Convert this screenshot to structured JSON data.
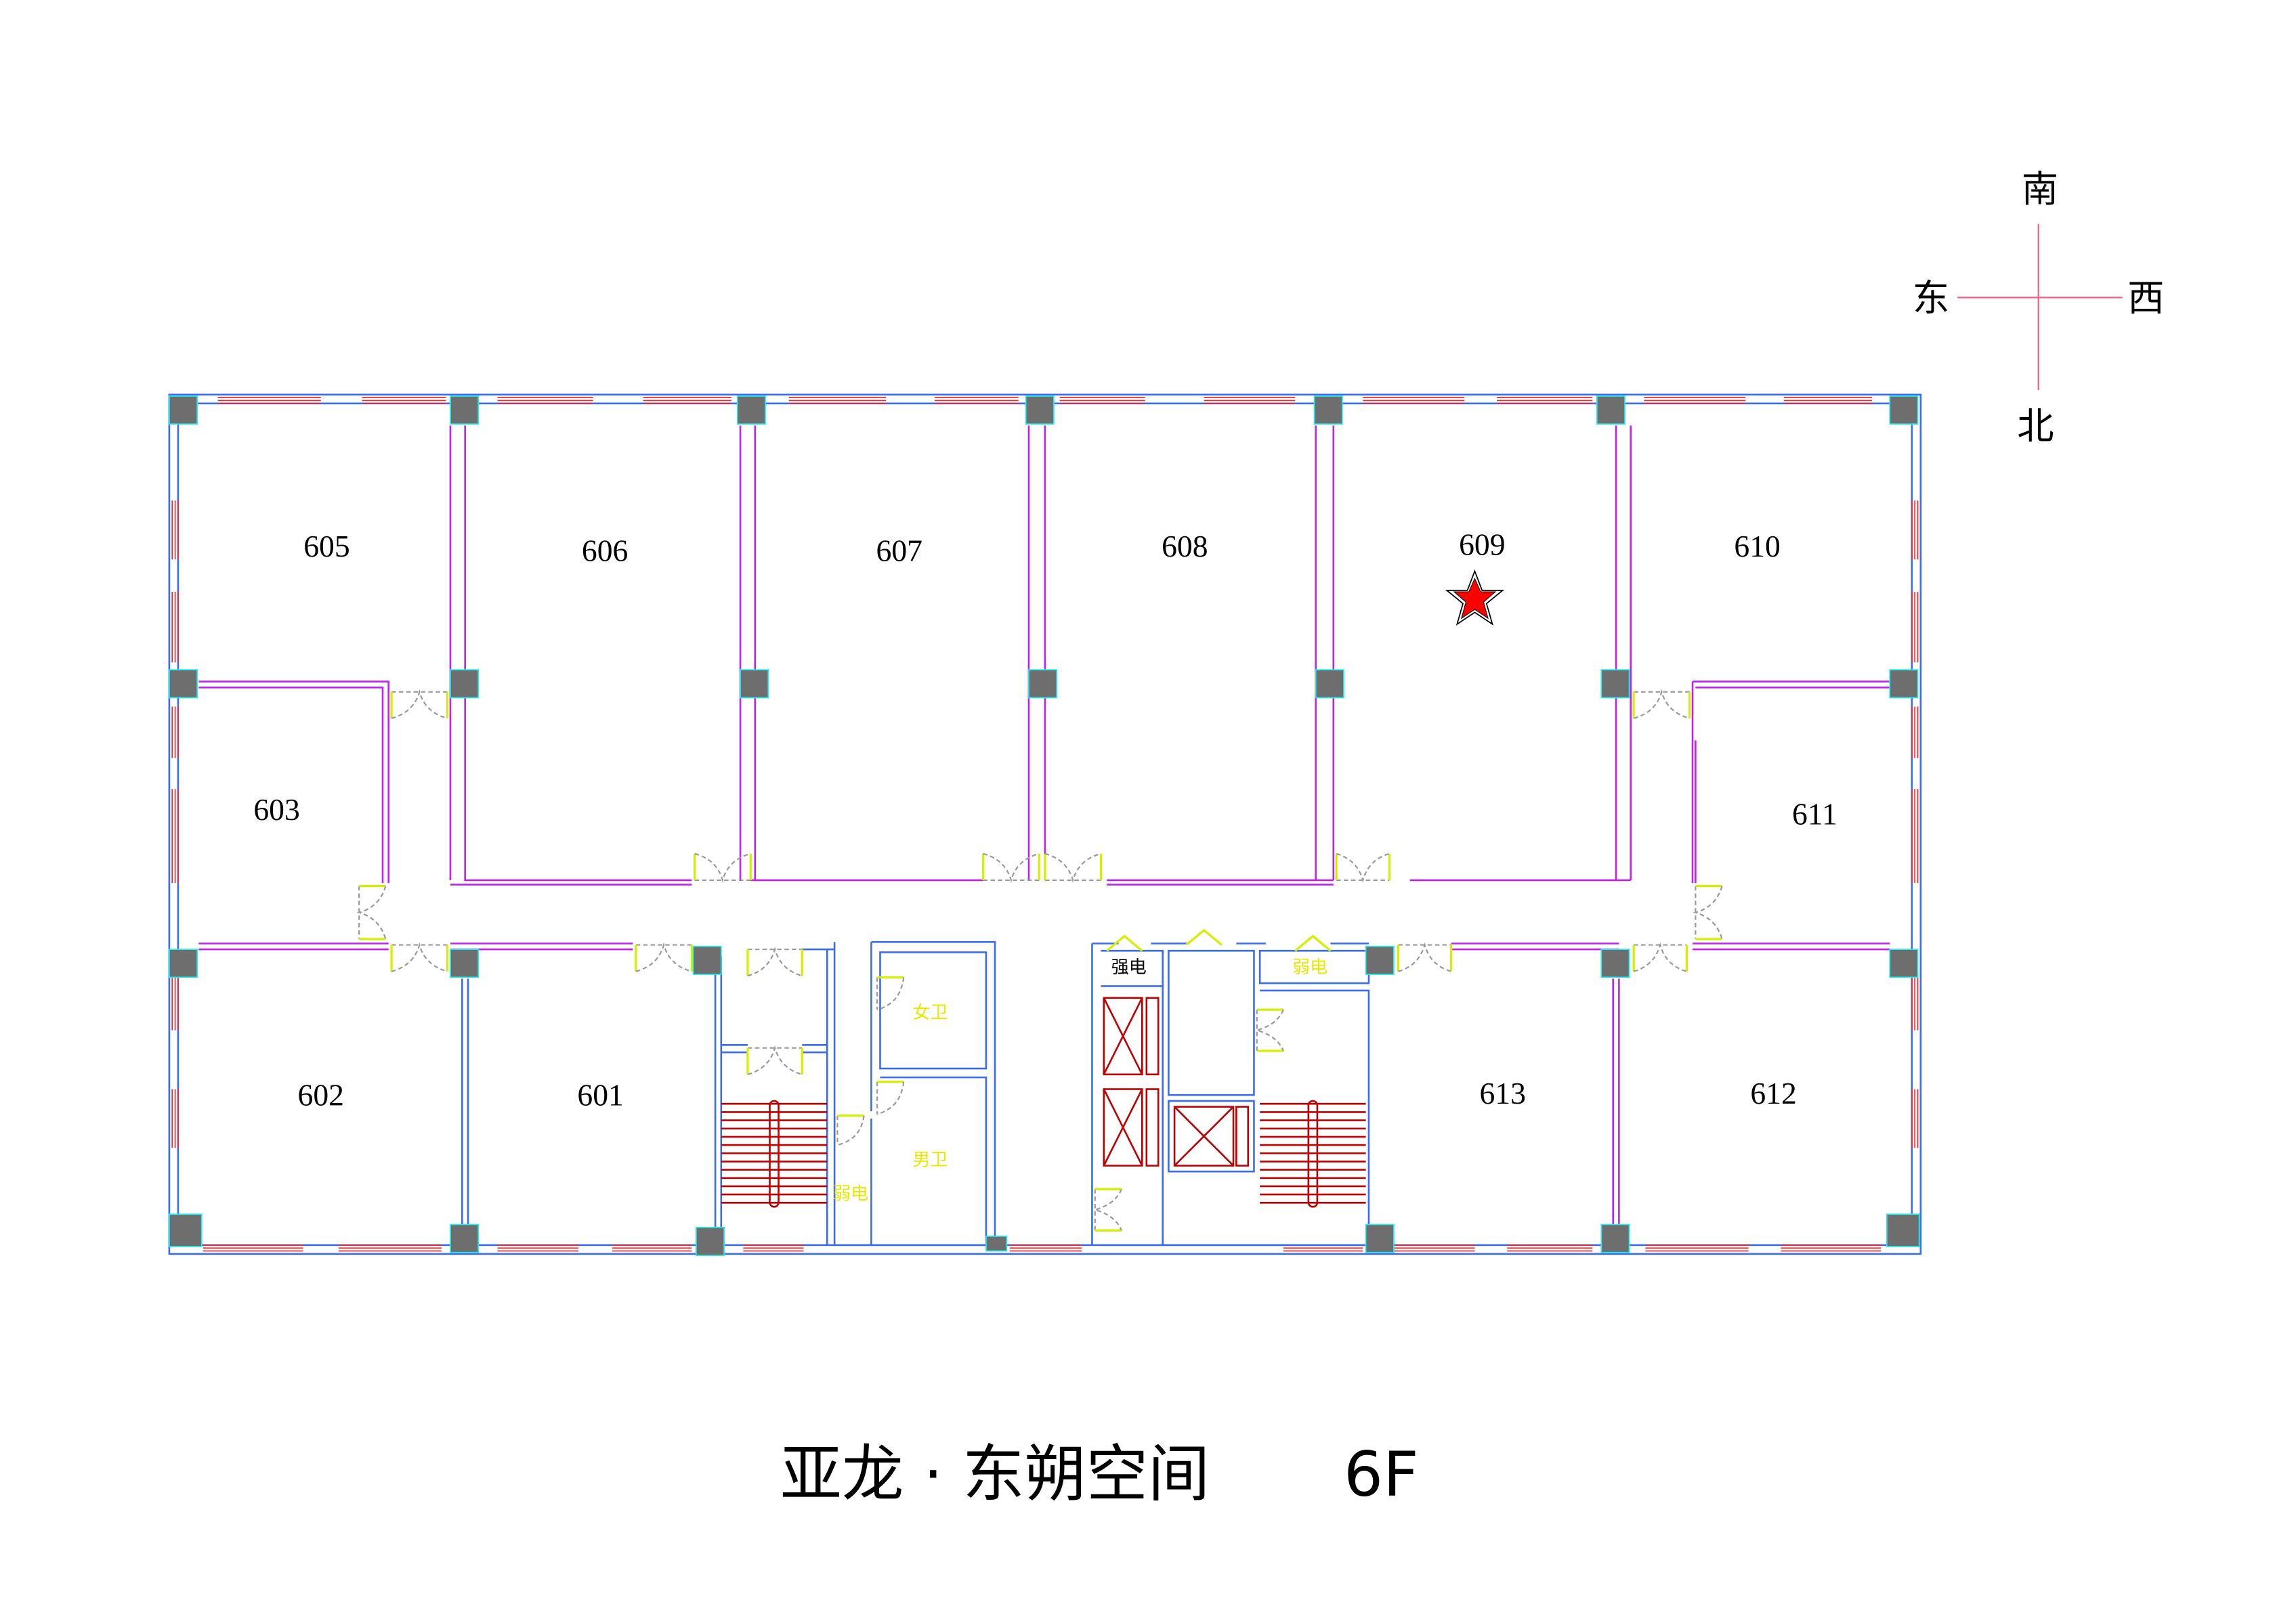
{
  "compass": {
    "south": "南",
    "east": "东",
    "west": "西",
    "north": "北"
  },
  "rooms": [
    "605",
    "606",
    "607",
    "608",
    "609",
    "610",
    "603",
    "611",
    "602",
    "601",
    "613",
    "612"
  ],
  "core_labels": {
    "strong_power": "强电",
    "weak_power_right": "弱电",
    "weak_power_left": "弱电",
    "womens_restroom": "女卫",
    "mens_restroom": "男卫"
  },
  "title": {
    "name": "亚龙 · 东朔空间",
    "floor": "6F"
  },
  "marker": {
    "room": "609",
    "color": "#ff0000"
  }
}
